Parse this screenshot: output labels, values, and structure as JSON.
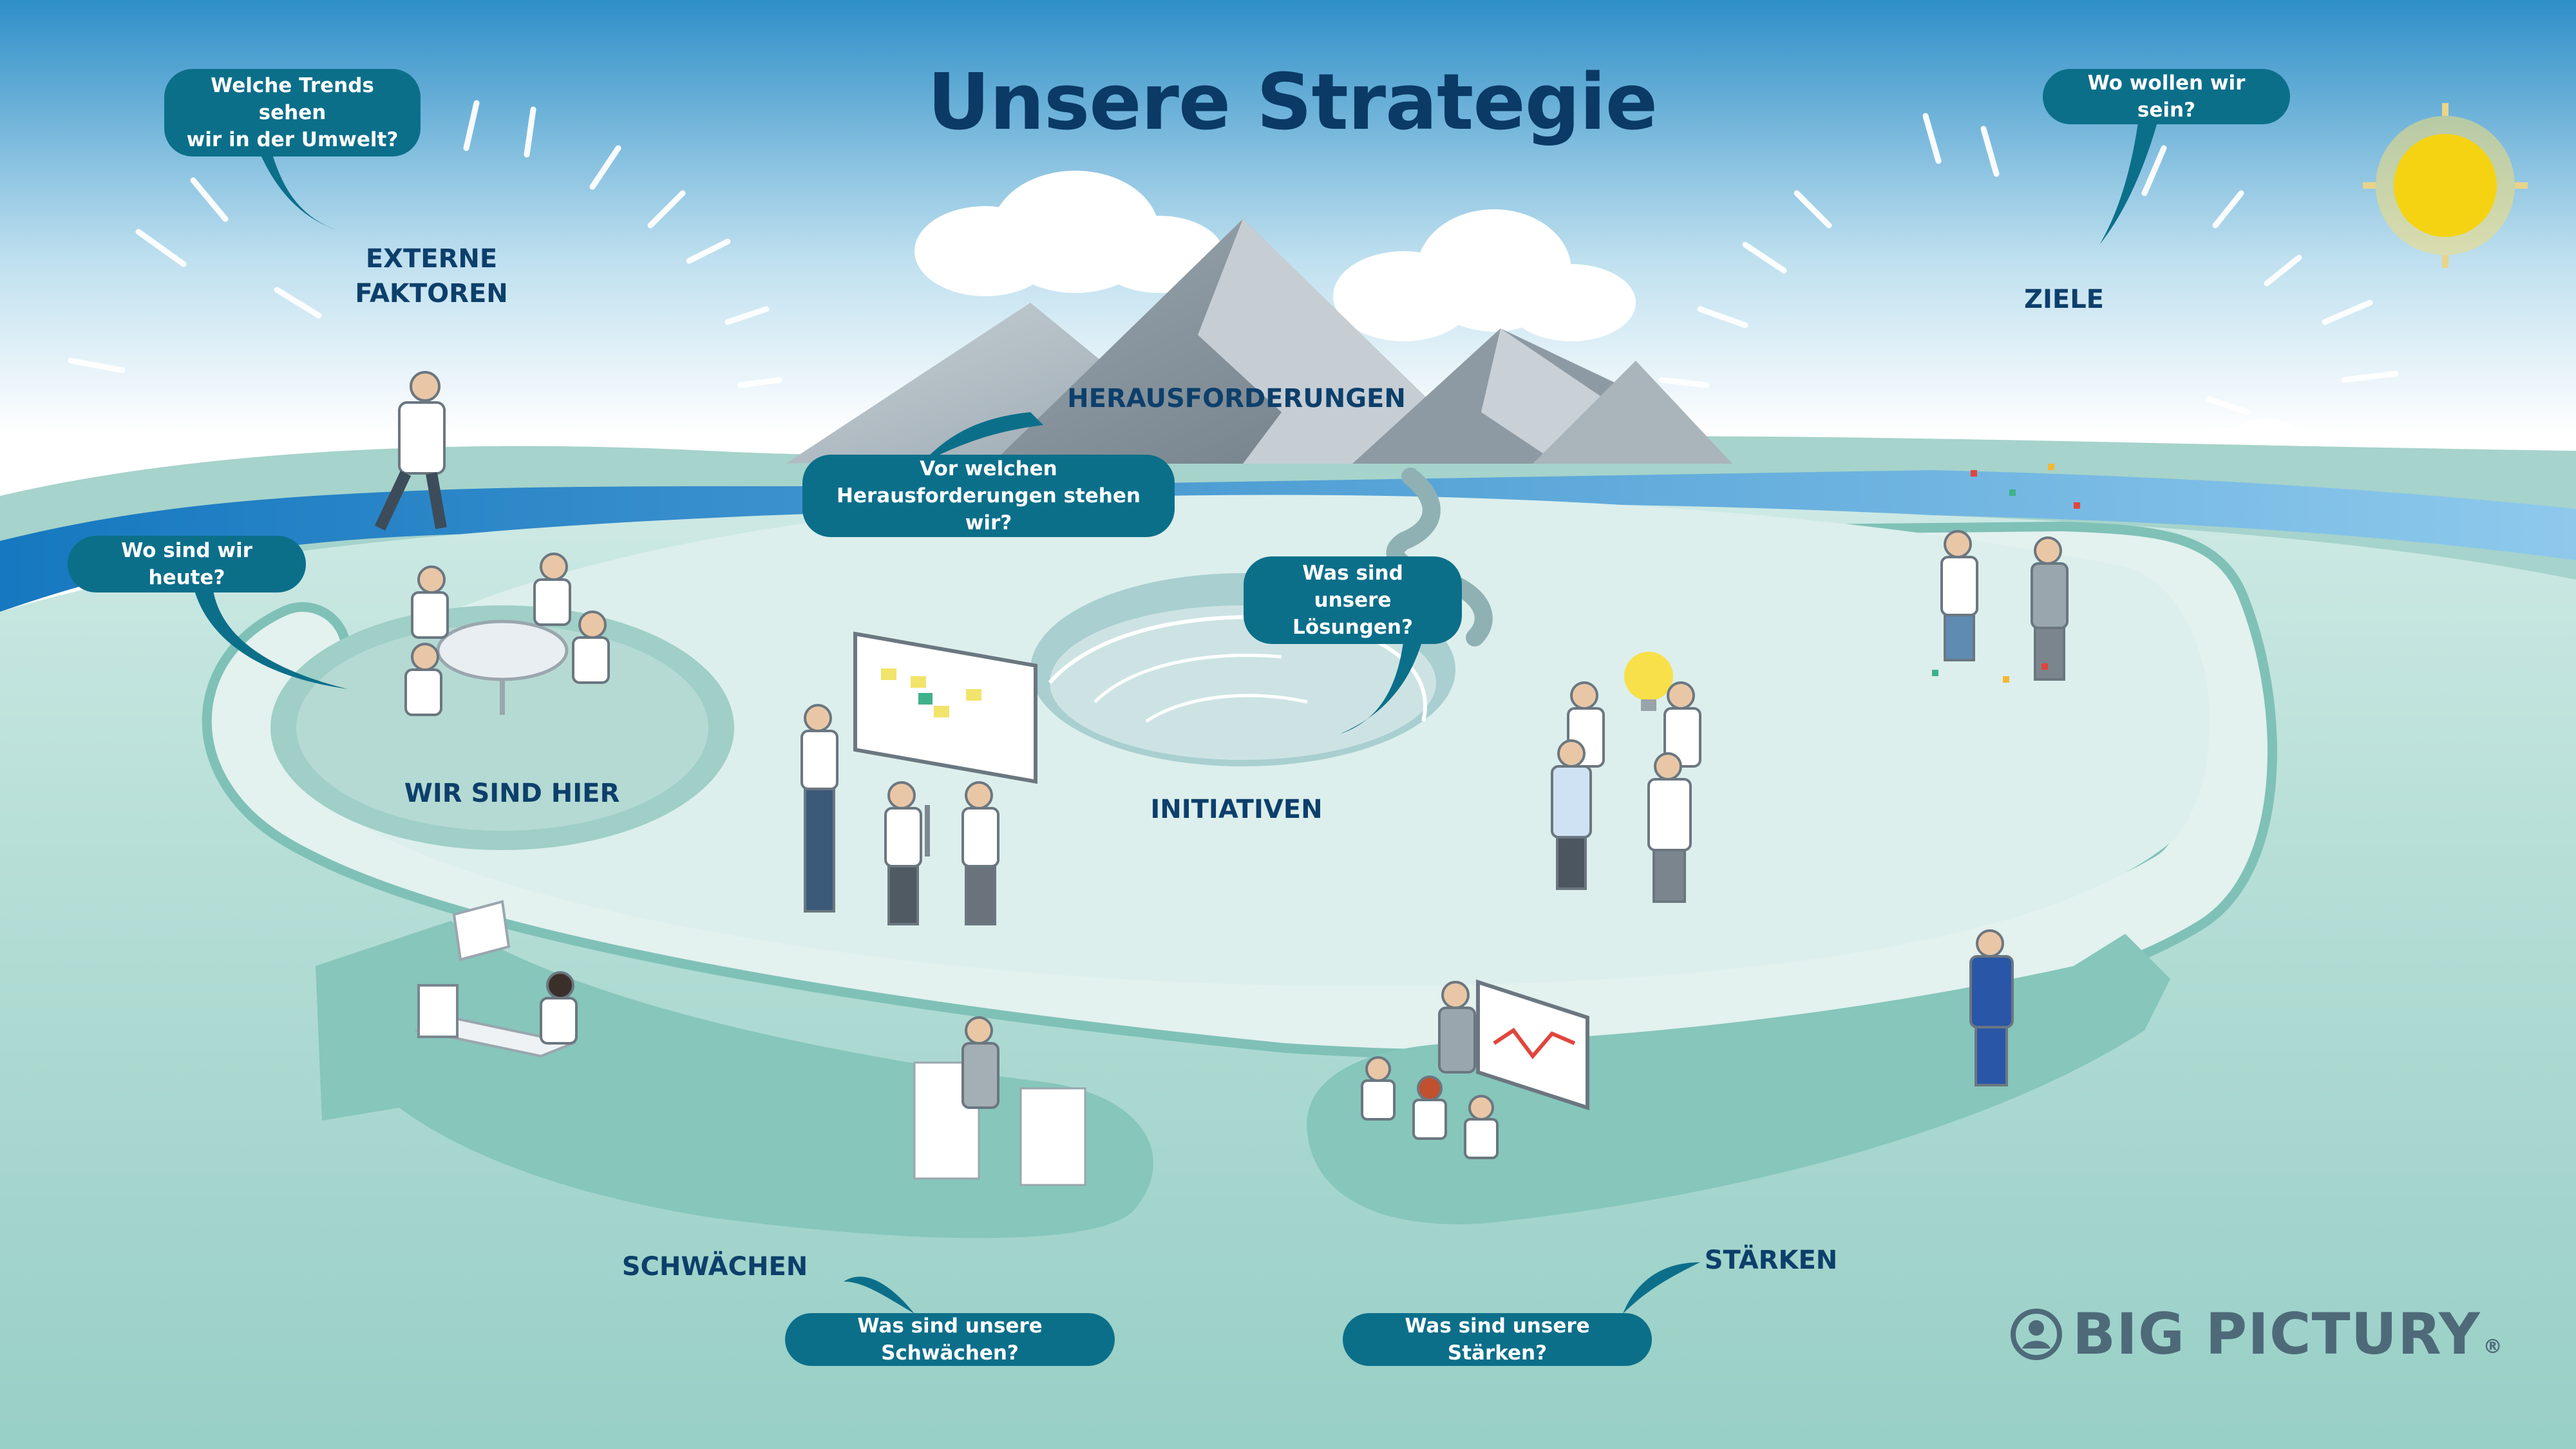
{
  "colors": {
    "sky_top": "#2f8fc8",
    "sky_bottom": "#ffffff",
    "ground": "#a8d9d0",
    "path": "#e6f3f1",
    "bubble": "#0c6f8a",
    "heading": "#0b3a66",
    "brand": "#4e6a79",
    "sun": "#f5d313"
  },
  "title": "Unsere Strategie",
  "labels": {
    "external_factors_line1": "EXTERNE",
    "external_factors_line2": "FAKTOREN",
    "goals": "ZIELE",
    "challenges": "HERAUSFORDERUNGEN",
    "we_are_here": "WIR SIND HIER",
    "initiatives": "INITIATIVEN",
    "weaknesses": "SCHWÄCHEN",
    "strengths": "STÄRKEN"
  },
  "bubbles": {
    "trends": "Welche Trends sehen\nwir in der Umwelt?",
    "goals_question": "Wo wollen wir sein?",
    "where_today": "Wo sind wir heute?",
    "challenges_question": "Vor welchen\nHerausforderungen stehen wir?",
    "solutions": "Was sind unsere\nLösungen?",
    "weaknesses_question": "Was sind unsere Schwächen?",
    "strengths_question": "Was sind unsere Stärken?"
  },
  "brand": {
    "name": "BIG PICTURY",
    "registered_mark": "®",
    "icon": "person-circle-logo-icon"
  },
  "icons": {
    "sun": "sun-icon",
    "idea": "lightbulb-icon",
    "chart": "rising-chart-icon",
    "binoculars": "binoculars-icon"
  }
}
